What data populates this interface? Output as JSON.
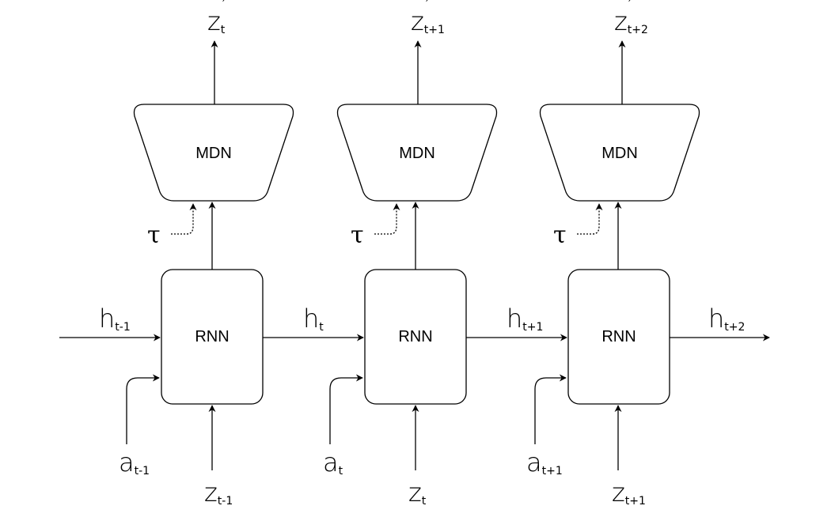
{
  "nodes": {
    "mdn_label": "MDN",
    "rnn_label": "RNN"
  },
  "symbols": {
    "z": "z",
    "h": "h",
    "a": "a",
    "tau": "τ",
    "prime": "′"
  },
  "outputs": [
    {
      "sub": "t"
    },
    {
      "sub": "t+1"
    },
    {
      "sub": "t+2"
    }
  ],
  "hidden": [
    {
      "sub": "t-1"
    },
    {
      "sub": "t"
    },
    {
      "sub": "t+1"
    },
    {
      "sub": "t+2"
    }
  ],
  "actions": [
    {
      "sub": "t-1"
    },
    {
      "sub": "t"
    },
    {
      "sub": "t+1"
    }
  ],
  "inputs": [
    {
      "sub": "t-1"
    },
    {
      "sub": "t"
    },
    {
      "sub": "t+1"
    }
  ]
}
